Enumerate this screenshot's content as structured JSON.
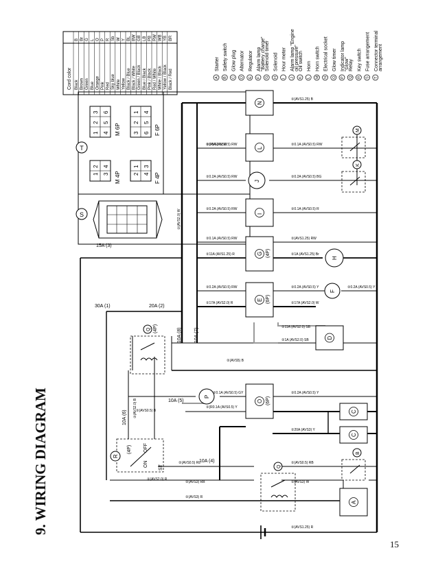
{
  "title": "9. WIRING DIAGRAM",
  "page_number": "15",
  "color_table": {
    "header": "Cord color",
    "rows": [
      [
        "B",
        "Black"
      ],
      [
        "Br",
        "Brown"
      ],
      [
        "G",
        "Green"
      ],
      [
        "L",
        "Blue"
      ],
      [
        "O",
        "Orange"
      ],
      [
        "P",
        "Pink"
      ],
      [
        "R",
        "Red"
      ],
      [
        "Sb",
        "Sky blue"
      ],
      [
        "W",
        "White"
      ],
      [
        "Y",
        "Yellow"
      ],
      [
        "BL",
        "Black / Blue"
      ],
      [
        "BW",
        "Black / White"
      ],
      [
        "GB",
        "Green / Black"
      ],
      [
        "LB",
        "Blue / Black"
      ],
      [
        "PB",
        "Pink / Black"
      ],
      [
        "RW",
        "Red / White"
      ],
      [
        "WB",
        "White / Black"
      ],
      [
        "YB",
        "Yellow / Black"
      ],
      [
        "BR",
        "Black / Red"
      ]
    ]
  },
  "legend": [
    [
      "A",
      "Starter"
    ],
    [
      "B",
      "Safety switch"
    ],
    [
      "C",
      "Glow plug"
    ],
    [
      "D",
      "Alternator"
    ],
    [
      "E",
      "Regulator"
    ],
    [
      "F",
      "Alarm lamp \"Battery charge\""
    ],
    [
      "G",
      "Solenoid timer"
    ],
    [
      "H",
      "Solenoid"
    ],
    [
      "I",
      "Hour meter"
    ],
    [
      "J",
      "Alarm lamp \"Engine oil pressure\""
    ],
    [
      "K",
      "Oil switch"
    ],
    [
      "L",
      "Horn"
    ],
    [
      "M",
      "Horn switch"
    ],
    [
      "N",
      "Electrical socket"
    ],
    [
      "O",
      "Glow timer"
    ],
    [
      "P",
      "Indicator lamp \"Glow\""
    ],
    [
      "Q",
      "Relay"
    ],
    [
      "R",
      "Key switch"
    ],
    [
      "S",
      "Fuse arrangement"
    ],
    [
      "T",
      "Connector terminal arrangement"
    ]
  ],
  "connectors": {
    "m4p": {
      "pins": [
        "1",
        "2",
        "3",
        "4"
      ],
      "label": "M 4P"
    },
    "f4p": {
      "pins": [
        "2",
        "1",
        "4",
        "3"
      ],
      "label": "F 4P"
    },
    "m6p": {
      "pins": [
        "1",
        "2",
        "3",
        "4",
        "5",
        "6"
      ],
      "label": "M 6P"
    },
    "f6p": {
      "pins": [
        "3",
        "2",
        "1",
        "6",
        "5",
        "4"
      ],
      "label": "F 6P"
    },
    "t_label": "T",
    "s_label": "S"
  },
  "fuses": {
    "f15": "15A (3)",
    "f30": "30A (1)",
    "f20": "20A (2)",
    "f10_8": "10A (8)",
    "f10_7": "10A (7)",
    "f10_6": "10A (6)",
    "f10_5": "10A (5)",
    "f10_4": "10A (4)"
  },
  "components": {
    "N": "N",
    "M": "M",
    "L": "L",
    "K": "K",
    "J": "J",
    "I": "I",
    "G": "G",
    "G_pins": "(4P)",
    "H": "H",
    "E": "E",
    "E_pins": "(6P)",
    "F": "F",
    "D": "D",
    "P": "P",
    "O": "O",
    "O_pins": "(6P)",
    "C1": "C",
    "C2": "C",
    "B": "B",
    "A": "A",
    "Q1": "Q",
    "Q1_pins": "(4P)",
    "Q2": "Q",
    "R": "R",
    "R_pins": "(4P)"
  },
  "key_switch": {
    "off": "OFF",
    "on": "ON",
    "st": "ST"
  },
  "wire_labels": [
    "②(AVS1.25) B",
    "②(AVS0.5) W",
    "②0.5A (AVS0.5) RW",
    "②0.1A (AVS0.5) RW",
    "②0.2A (AVS0.5) RW",
    "②0.2A (AVS0.5) BG",
    "②0.2A (AVS0.5) RW",
    "②0.1A (AVS0.5) R",
    "②0.1A (AVS0.5) RW",
    "②(AVS1.25) RW",
    "②(AVS2.0) W",
    "②11A (AVS1.25) R",
    "②1A (AVS1.25) Br",
    "②0.2A (AVS0.5) RW",
    "②0.2A (AVS0.5) Y",
    "②0.2A (AVS0.5) Y",
    "②17A (AVS2.0) R",
    "②17A (AVS2.0) W",
    "②11A (AVS2.0) SB",
    "②1A (AVS2.0) SB",
    "②(AVS5) B",
    "②0.1A (AVS0.5) GY",
    "②0.2A (AVS0.5) Y",
    "②(AVS0.5) B",
    "②(R0.1A (AVS0.5) Y",
    "②20A (AVS3) Y",
    "②(AVS0.5) RL",
    "②(AVS0.5) RB",
    "②(AVS3) RB",
    "②(AVS3) W",
    "②(AVS3) R",
    "②(AVS1.25) R",
    "②(AVS2.0) B",
    "②(AVS2.0) R"
  ]
}
